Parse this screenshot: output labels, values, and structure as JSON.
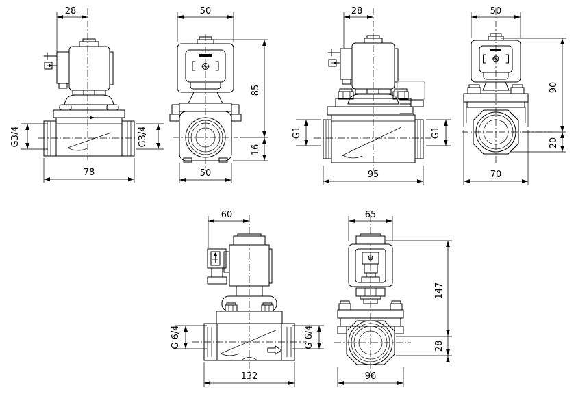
{
  "drawing": {
    "background": "#ffffff",
    "line_color": "#000000",
    "phantom_color": "#a3a3a3",
    "views": [
      {
        "id": "g34-side",
        "dim_top": "28",
        "dim_bottom": "78",
        "port_left": "G3/4",
        "port_right": "G3/4"
      },
      {
        "id": "g34-front",
        "dim_top": "50",
        "dim_height": "85",
        "dim_offset": "16",
        "dim_bottom": "50"
      },
      {
        "id": "g1-side",
        "dim_top": "28",
        "dim_bottom": "95",
        "port_left": "G1",
        "port_right": "G1"
      },
      {
        "id": "g1-front",
        "dim_top": "50",
        "dim_height": "90",
        "dim_offset": "20",
        "dim_bottom": "70"
      },
      {
        "id": "g64-side",
        "dim_top": "60",
        "dim_bottom": "132",
        "port_left": "G 6/4",
        "port_right": "G 6/4"
      },
      {
        "id": "g64-front",
        "dim_top": "65",
        "dim_height": "147",
        "dim_offset": "28",
        "dim_bottom": "96"
      }
    ]
  }
}
